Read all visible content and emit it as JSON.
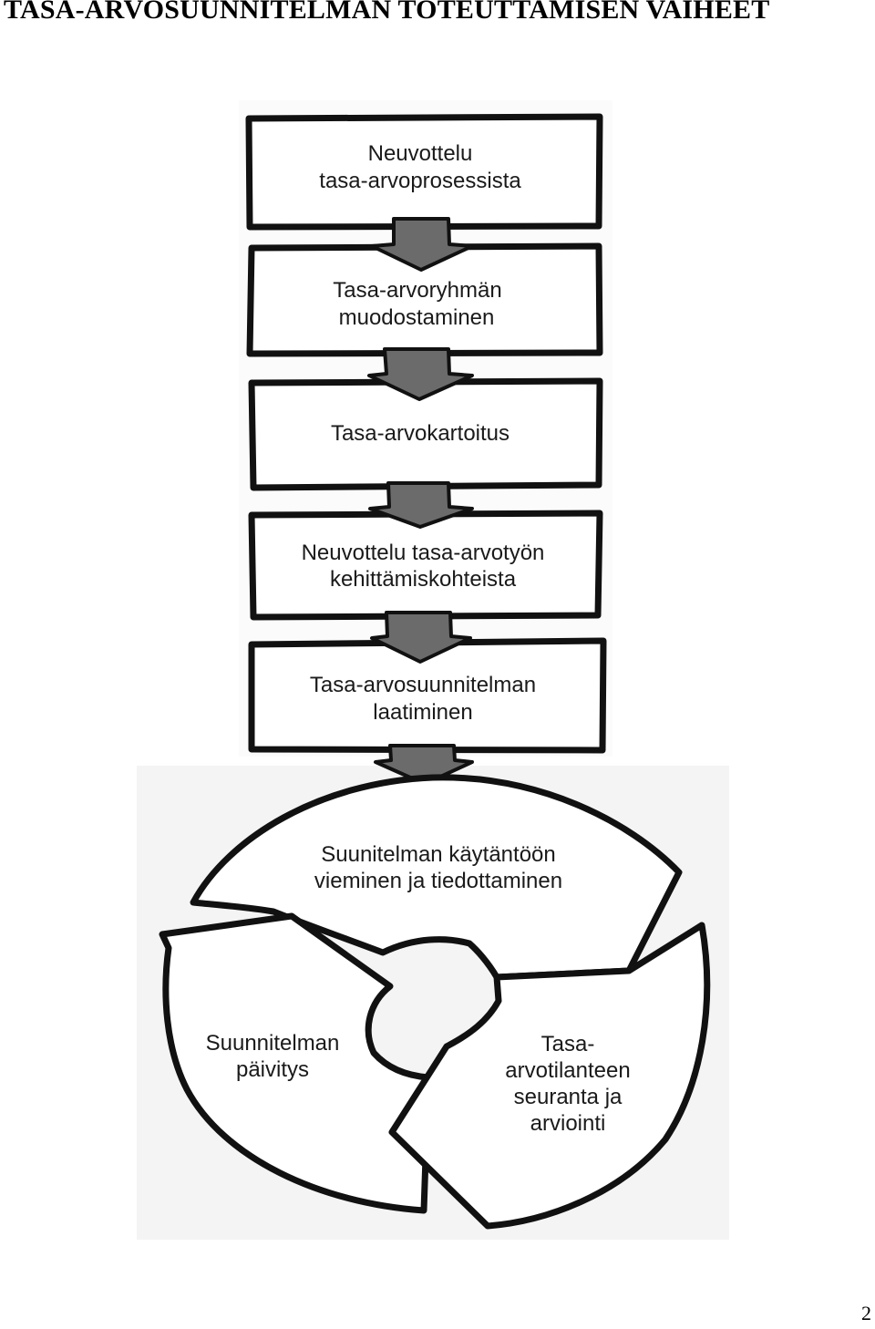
{
  "page": {
    "title": "TASA-ARVOSUUNNITELMAN TOTEUTTAMISEN VAIHEET",
    "page_number": "2"
  },
  "steps": [
    {
      "line1": "Neuvottelu",
      "line2": "tasa-arvoprosessista"
    },
    {
      "line1": "Tasa-arvoryhmän",
      "line2": "muodostaminen"
    },
    {
      "line1": "Tasa-arvokartoitus",
      "line2": ""
    },
    {
      "line1": "Neuvottelu tasa-arvotyön",
      "line2": "kehittämiskohteista"
    },
    {
      "line1": "Tasa-arvosuunnitelman",
      "line2": "laatiminen"
    }
  ],
  "cycle": {
    "top": {
      "line1": "Suunitelman käytäntöön",
      "line2": "vieminen ja tiedottaminen"
    },
    "left": {
      "line1": "Suunnitelman",
      "line2": "päivitys"
    },
    "right": {
      "line1": "Tasa-",
      "line2": "arvotilanteen",
      "line3": "seuranta ja",
      "line4": "arviointi"
    }
  },
  "colors": {
    "arrow_fill": "#6b6b6b",
    "stroke": "#111111",
    "paper": "#ffffff",
    "scan_shade": "#f2f2f2"
  }
}
